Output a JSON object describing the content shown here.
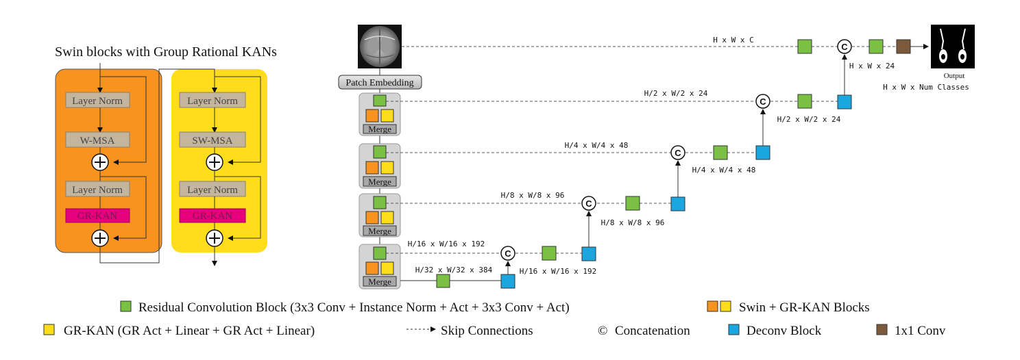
{
  "left_panel": {
    "title": "Swin blocks with Group Rational KANs",
    "block1": {
      "norm1": "Layer Norm",
      "attn": "W-MSA",
      "norm2": "Layer Norm",
      "kan": "GR-KAN"
    },
    "block2": {
      "norm1": "Layer Norm",
      "attn": "SW-MSA",
      "norm2": "Layer Norm",
      "kan": "GR-KAN"
    }
  },
  "network": {
    "patch_embedding": "Patch Embedding",
    "merge_label": "Merge",
    "output_label": "Output",
    "output_dims": "H x W x Num Classes",
    "concat_symbol": "C",
    "skip_labels": {
      "s1": "H x W x C",
      "s2": "H/2 x W/2 x 24",
      "s3": "H/4 x W/4 x 48",
      "s4": "H/8 x W/8 x 96",
      "s5": "H/16 x W/16 x 192",
      "bottom": "H/32 x W/32 x 384"
    },
    "up_labels": {
      "u1": "H x W x 24",
      "u2": "H/2 x W/2 x 24",
      "u3": "H/4 x W/4 x 48",
      "u4": "H/8 x W/8 x 96",
      "u5": "H/16 x W/16 x 192"
    }
  },
  "legend": {
    "residual": "Residual Convolution Block (3x3 Conv + Instance Norm + Act + 3x3 Conv + Act)",
    "swin": "Swin + GR-KAN Blocks",
    "grkan": "GR-KAN (GR Act + Linear + GR Act + Linear)",
    "skip": "Skip Connections",
    "concat_symbol": "©",
    "concat": "Concatenation",
    "deconv": "Deconv Block",
    "conv1x1": "1x1 Conv"
  },
  "colors": {
    "green": "#7ac143",
    "blue": "#1ba6e0",
    "orange": "#f7931e",
    "yellow": "#ffdd1a",
    "brown": "#7b5a3c",
    "magenta": "#e6007e",
    "tan": "#c4b59e",
    "gray_box": "#d4d4d4"
  },
  "icons": {
    "input_image": "brain-mri-image",
    "output_image": "segmentation-mask-image",
    "plus": "plus-circle-icon",
    "concat": "concat-circle-icon"
  }
}
